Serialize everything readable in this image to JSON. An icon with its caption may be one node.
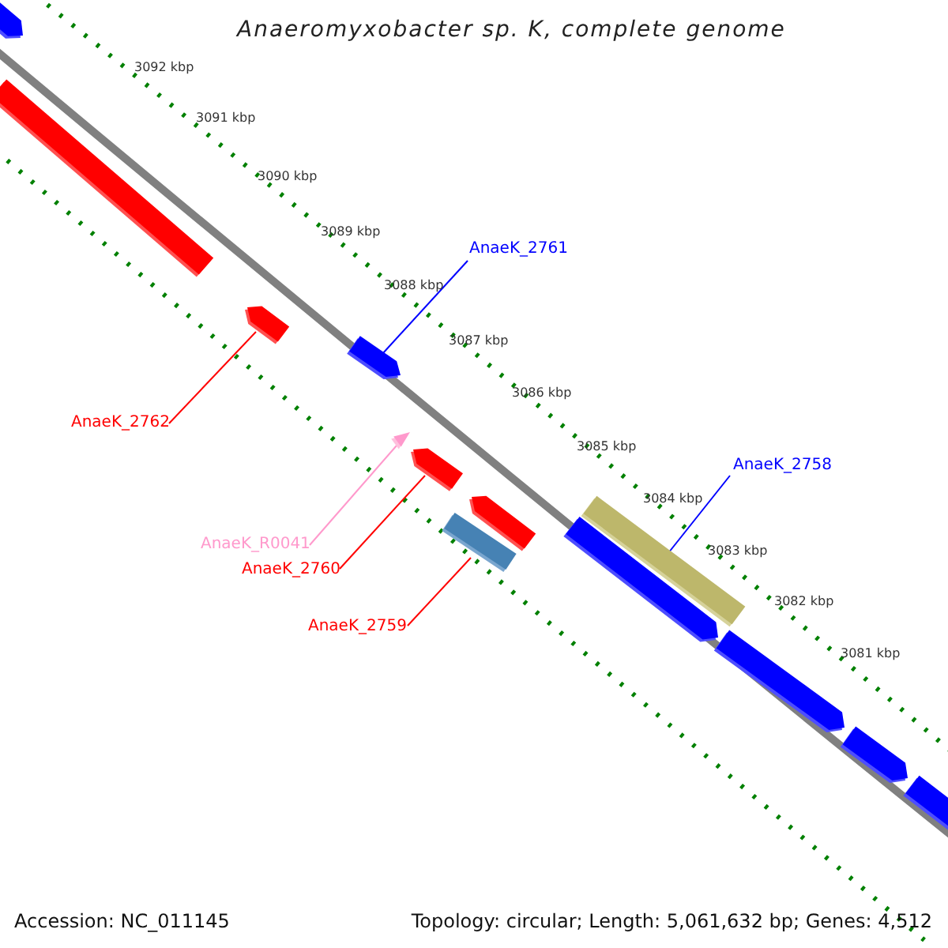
{
  "diagram": {
    "title": "Anaeromyxobacter sp. K, complete genome",
    "nodes": [
      {
        "text": [],
        "shape": "pentagon"
      },
      {
        "text": [],
        "shape": "bar"
      },
      {
        "text": [
          "AnaeK_2761"
        ]
      },
      {
        "text": [],
        "shape": "pentagon"
      },
      {
        "text": [],
        "shape": "pentagon"
      },
      {
        "text": [
          "AnaeK_2762"
        ]
      },
      {
        "text": [],
        "shape": "triangle"
      },
      {
        "text": [],
        "shape": "pentagon"
      },
      {
        "text": [
          "AnaeK_2758"
        ]
      },
      {
        "text": [],
        "shape": "bar"
      },
      {
        "text": [],
        "shape": "pentagon"
      },
      {
        "text": [],
        "shape": "bar"
      },
      {
        "text": [
          "AnaeK_R0041"
        ]
      },
      {
        "text": [],
        "shape": "pentagon"
      },
      {
        "text": [
          "AnaeK_2760"
        ]
      },
      {
        "text": [
          "AnaeK_2759"
        ]
      },
      {
        "text": [],
        "shape": "pentagon"
      },
      {
        "text": [],
        "shape": "pentagon"
      },
      {
        "text": [],
        "shape": "bar"
      }
    ],
    "edges": [
      {
        "from": 2,
        "to": 4,
        "arrow": "none",
        "color": "#0000ff"
      },
      {
        "from": 5,
        "to": 3,
        "arrow": "none"
      },
      {
        "from": 12,
        "to": 6,
        "arrow": "none",
        "color": "#ff99cc"
      },
      {
        "from": 14,
        "to": 7,
        "arrow": "none"
      },
      {
        "from": 15,
        "to": 11,
        "arrow": "none"
      },
      {
        "from": 8,
        "to": 9,
        "arrow": "none",
        "color": "#0000ff"
      }
    ],
    "labels": [
      "3092 kbp",
      "3091 kbp",
      "3090 kbp",
      "3089 kbp",
      "3088 kbp",
      "3087 kbp",
      "3086 kbp",
      "3085 kbp",
      "3084 kbp",
      "3083 kbp",
      "3082 kbp",
      "3081 kbp",
      "Accession: NC_011145",
      "Topology: circular; Length: 5,061,632 bp; Genes: 4,512"
    ]
  }
}
